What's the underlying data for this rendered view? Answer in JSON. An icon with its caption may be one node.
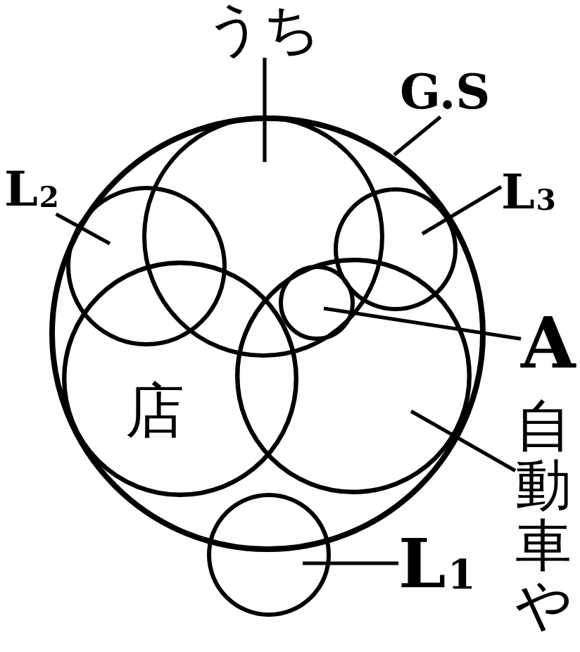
{
  "diagram": {
    "nodes": [
      {
        "text": [],
        "shape": "circle"
      },
      {
        "text": [],
        "shape": "circle",
        "in": 0
      },
      {
        "text": [],
        "shape": "circle",
        "in": 0
      },
      {
        "text": [],
        "shape": "circle",
        "in": 0
      },
      {
        "text": [
          "店"
        ],
        "in": 0
      },
      {
        "text": [],
        "shape": "circle",
        "in": 0
      },
      {
        "text": [],
        "shape": "circle"
      },
      {
        "text": [],
        "shape": "circle"
      },
      {
        "text": [
          "うち"
        ]
      },
      {
        "text": [
          "G.S"
        ]
      },
      {
        "text": [
          "L$_{2}$"
        ]
      },
      {
        "text": [
          "L$_{3}$"
        ]
      },
      {
        "text": [
          "A"
        ]
      },
      {
        "text": [
          "自動車や"
        ]
      },
      {
        "text": [
          "L$_{1}$"
        ]
      }
    ],
    "edges": [
      {
        "from": 8,
        "to": 1,
        "arrow": "none"
      },
      {
        "from": 9,
        "to": 0,
        "arrow": "none"
      },
      {
        "from": 10,
        "to": 2,
        "arrow": "none"
      },
      {
        "from": 11,
        "to": 3,
        "arrow": "none"
      },
      {
        "from": 12,
        "to": 6,
        "arrow": "none"
      },
      {
        "from": 13,
        "to": 5,
        "arrow": "none"
      },
      {
        "from": 14,
        "to": 7,
        "arrow": "none"
      }
    ]
  }
}
